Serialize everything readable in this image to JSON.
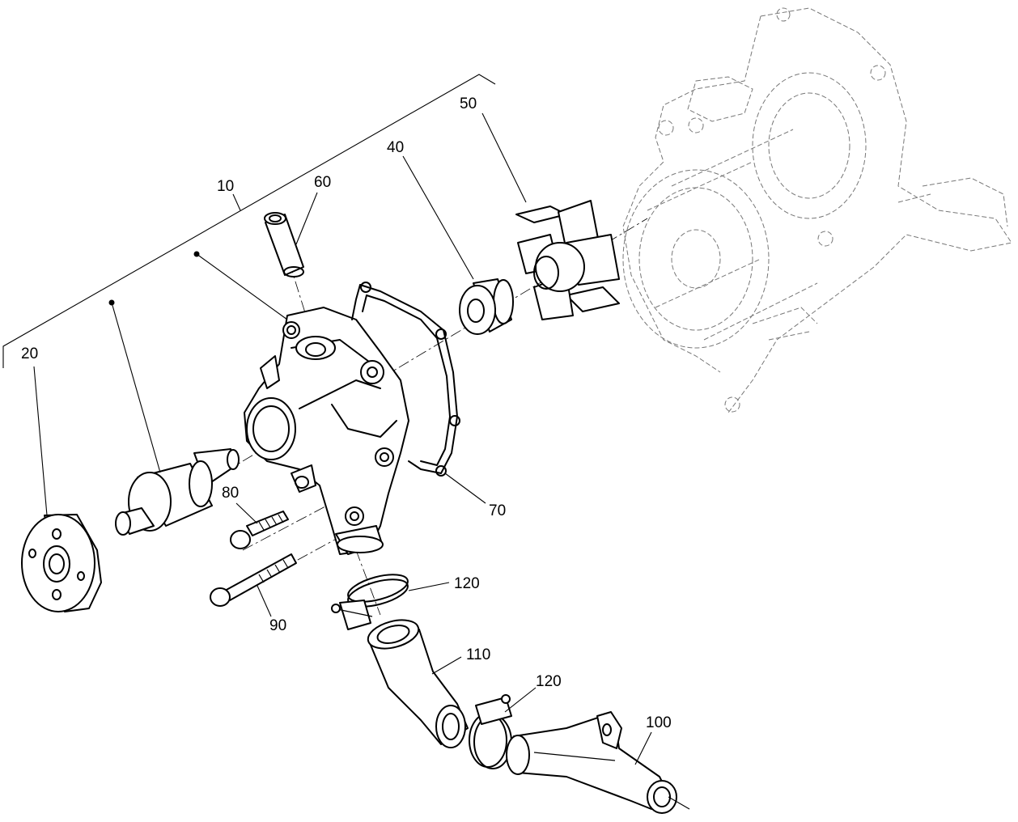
{
  "labels": {
    "p10": "10",
    "p20": "20",
    "p40": "40",
    "p50": "50",
    "p60": "60",
    "p70": "70",
    "p80": "80",
    "p90": "90",
    "p100": "100",
    "p110": "110",
    "p120a": "120",
    "p120b": "120"
  },
  "colors": {
    "ink": "#000000",
    "ghost": "#777777",
    "background": "#ffffff"
  }
}
